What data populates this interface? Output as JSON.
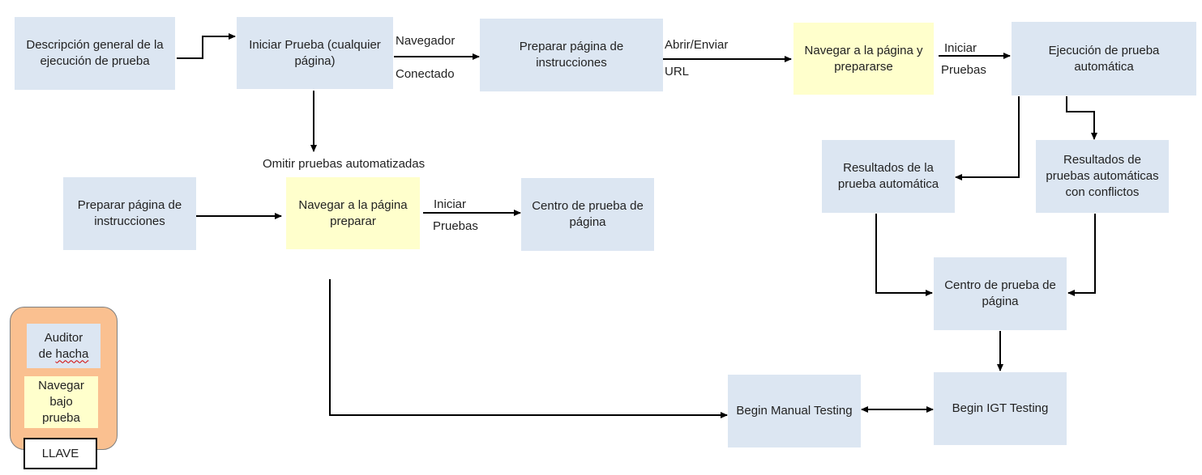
{
  "nodes": {
    "overview": "Descripción general de la ejecución de prueba",
    "start_test": "Iniciar Prueba (cualquier página)",
    "prepare_instructions_top": "Preparar página de instrucciones",
    "navigate_prepare_top": "Navegar a la página y prepararse",
    "auto_execution": "Ejecución de prueba automática",
    "auto_results": "Resultados de la prueba automática",
    "conflict_results": "Resultados de pruebas automáticas con conflictos",
    "page_test_center_right": "Centro de prueba de página",
    "prepare_instructions_mid": "Preparar página de instrucciones",
    "navigate_prepare_mid": "Navegar a la página preparar",
    "page_test_center_mid": "Centro de prueba de página",
    "begin_manual": "Begin Manual Testing",
    "begin_igt": "Begin IGT Testing"
  },
  "edge_labels": {
    "browser": "Navegador",
    "connected": "Conectado",
    "open_send": "Abrir/Enviar",
    "url": "URL",
    "start_top": "Iniciar",
    "tests_top": "Pruebas",
    "skip_auto": "Omitir pruebas automatizadas",
    "start_mid": "Iniciar",
    "tests_mid": "Pruebas"
  },
  "legend": {
    "auditor_word1": "Auditor",
    "auditor_word2": "de",
    "auditor_word3": "hacha",
    "navigate_under_test": "Navegar bajo prueba",
    "key": "LLAVE"
  },
  "colors": {
    "process_box": "#dce6f2",
    "highlight_box": "#ffffcc",
    "legend_background": "#fac090"
  }
}
